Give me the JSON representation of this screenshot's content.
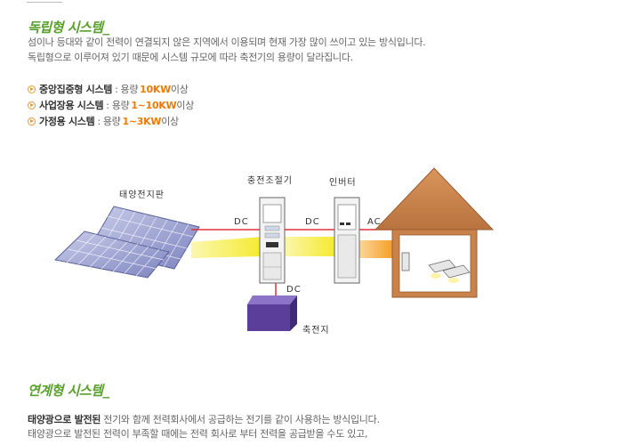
{
  "sections": {
    "standalone": {
      "title": "독립형 시스템_",
      "desc_line1": "섬이나 등대와 같이 전력이 연결되지 않은 지역에서 이용되며 현재 가장 많이 쓰이고 있는 방식입니다.",
      "desc_line2": "독립형으로 이루어져 있기 때문에 시스템 규모에 따라 축전기의 용량이 달라집니다.",
      "items": [
        {
          "name": "중앙집중형 시스템",
          "label": "용량",
          "value": "10KW",
          "suffix": "이상"
        },
        {
          "name": "사업장용 시스템",
          "label": "용량",
          "value": "1~10KW",
          "suffix": "이상"
        },
        {
          "name": "가정용 시스템",
          "label": "용량",
          "value": "1~3KW",
          "suffix": "이상"
        }
      ],
      "separator": ":"
    },
    "grid": {
      "title": "연계형 시스템_",
      "desc_bold": "태양광으로 발전된",
      "desc_line1_rest": " 전기와 함께 전력회사에서 공급하는 전기를 같이 사용하는 방식입니다.",
      "desc_line2": "태양광으로 발전된 전력이 부족할 때에는 전력 회사로 부터 전력을 공급받을 수도 있고,"
    }
  },
  "diagram": {
    "labels": {
      "solar_panel": "태양전지판",
      "charge_controller": "충전조절기",
      "inverter": "인버터",
      "battery": "축전지",
      "dc1": "DC",
      "dc2": "DC",
      "ac": "AC",
      "dc_down": "DC"
    },
    "colors": {
      "wire": "#e0303a",
      "dc_beam": "#f7ee3a",
      "ac_beam": "#f59b1e",
      "house_wall": "#c8824a",
      "battery": "#5a3e9a",
      "title_green": "#5aa02c",
      "highlight_orange": "#f07a00"
    }
  }
}
